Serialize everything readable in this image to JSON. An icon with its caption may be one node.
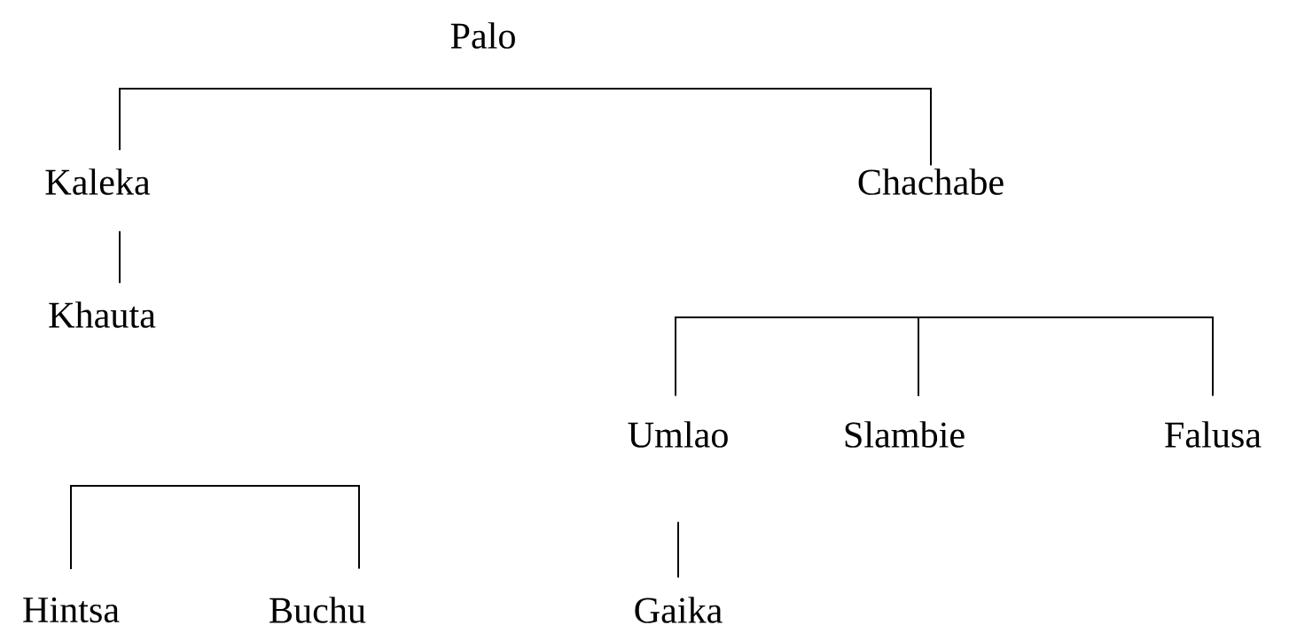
{
  "diagram": {
    "nodes": [
      {
        "text": [
          "Palo"
        ]
      },
      {
        "text": [
          "Kaleka"
        ]
      },
      {
        "text": [
          "Chachabe"
        ]
      },
      {
        "text": [
          "Khauta"
        ]
      },
      {
        "text": [
          "Umlao"
        ]
      },
      {
        "text": [
          "Slambie"
        ]
      },
      {
        "text": [
          "Falusa"
        ]
      },
      {
        "text": [
          "Hintsa"
        ]
      },
      {
        "text": [
          "Buchu"
        ]
      },
      {
        "text": [
          "Gaika"
        ]
      }
    ],
    "edges": [
      {
        "from": 1,
        "to": 2,
        "arrow": "none"
      },
      {
        "from": 1,
        "to": 3,
        "arrow": "none"
      },
      {
        "from": 4,
        "to": 5,
        "arrow": "none"
      },
      {
        "from": 5,
        "to": 6,
        "arrow": "none"
      },
      {
        "from": 7,
        "to": 8,
        "arrow": "none"
      },
      {
        "from": 4,
        "to": 9,
        "arrow": "none"
      }
    ]
  }
}
